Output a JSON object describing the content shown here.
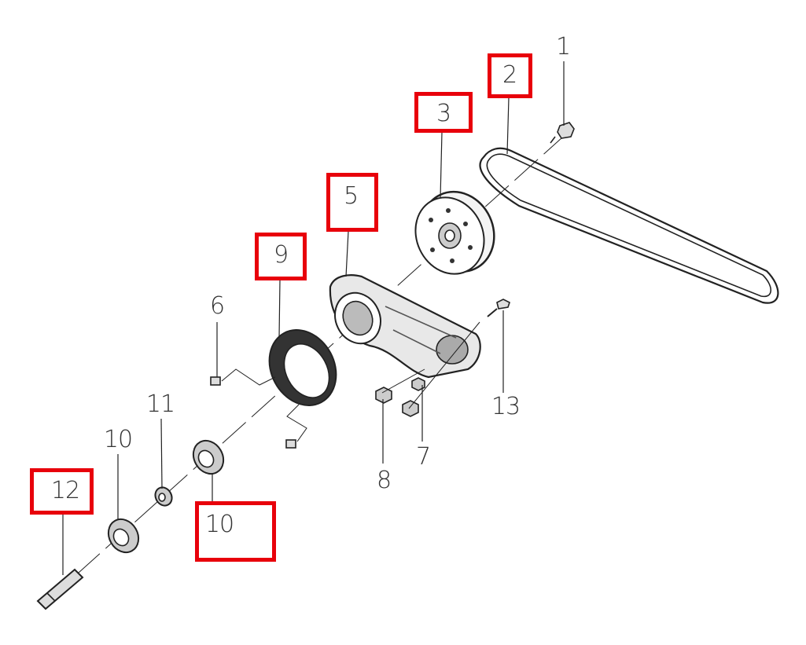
{
  "diagram": {
    "type": "exploded parts diagram",
    "highlight_color": "#e8000b",
    "callouts": [
      {
        "id": "c1",
        "label": "1",
        "highlighted": false
      },
      {
        "id": "c2",
        "label": "2",
        "highlighted": true
      },
      {
        "id": "c3",
        "label": "3",
        "highlighted": true
      },
      {
        "id": "c5",
        "label": "5",
        "highlighted": true
      },
      {
        "id": "c9",
        "label": "9",
        "highlighted": true
      },
      {
        "id": "c6",
        "label": "6",
        "highlighted": false
      },
      {
        "id": "c11",
        "label": "11",
        "highlighted": false
      },
      {
        "id": "c10a",
        "label": "10",
        "highlighted": false
      },
      {
        "id": "c12",
        "label": "12",
        "highlighted": true
      },
      {
        "id": "c10b",
        "label": "10",
        "highlighted": true
      },
      {
        "id": "c13",
        "label": "13",
        "highlighted": false
      },
      {
        "id": "c7",
        "label": "7",
        "highlighted": false
      },
      {
        "id": "c8",
        "label": "8",
        "highlighted": false
      }
    ]
  }
}
